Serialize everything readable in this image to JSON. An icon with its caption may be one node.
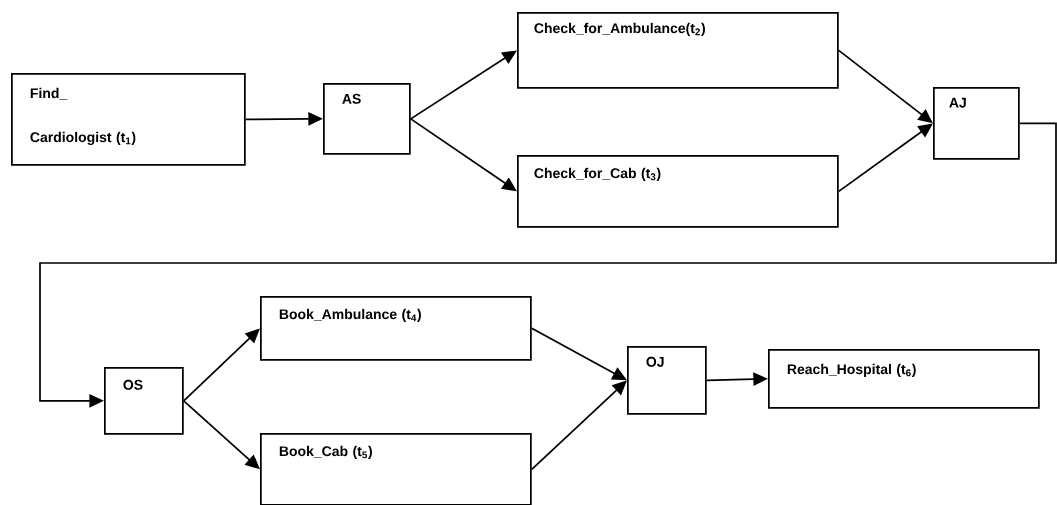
{
  "diagram": {
    "nodes": [
      {
        "text": [
          "Find_ Cardiologist (t$_{1}$)"
        ]
      },
      {
        "text": [
          "AS"
        ]
      },
      {
        "text": [
          "Check_for_Ambulance(t$_{2}$)"
        ]
      },
      {
        "text": [
          "Check_for_Cab (t$_{3}$)"
        ]
      },
      {
        "text": [
          "AJ"
        ]
      },
      {
        "text": [
          "OS"
        ]
      },
      {
        "text": [
          "Book_Ambulance (t$_{4}$)"
        ]
      },
      {
        "text": [
          "Book_Cab (t$_{5}$)"
        ]
      },
      {
        "text": [
          "OJ"
        ]
      },
      {
        "text": [
          "Reach_Hospital (t$_{6}$)"
        ]
      }
    ],
    "edges": [
      {
        "from": 0,
        "to": 1,
        "arrow": "to"
      },
      {
        "from": 1,
        "to": 2,
        "arrow": "to"
      },
      {
        "from": 1,
        "to": 3,
        "arrow": "to"
      },
      {
        "from": 2,
        "to": 4,
        "arrow": "to"
      },
      {
        "from": 3,
        "to": 4,
        "arrow": "to"
      },
      {
        "from": 4,
        "to": 5,
        "arrow": "to"
      },
      {
        "from": 5,
        "to": 6,
        "arrow": "to"
      },
      {
        "from": 5,
        "to": 7,
        "arrow": "to"
      },
      {
        "from": 6,
        "to": 8,
        "arrow": "to"
      },
      {
        "from": 7,
        "to": 8,
        "arrow": "to"
      },
      {
        "from": 8,
        "to": 9,
        "arrow": "to"
      }
    ]
  }
}
